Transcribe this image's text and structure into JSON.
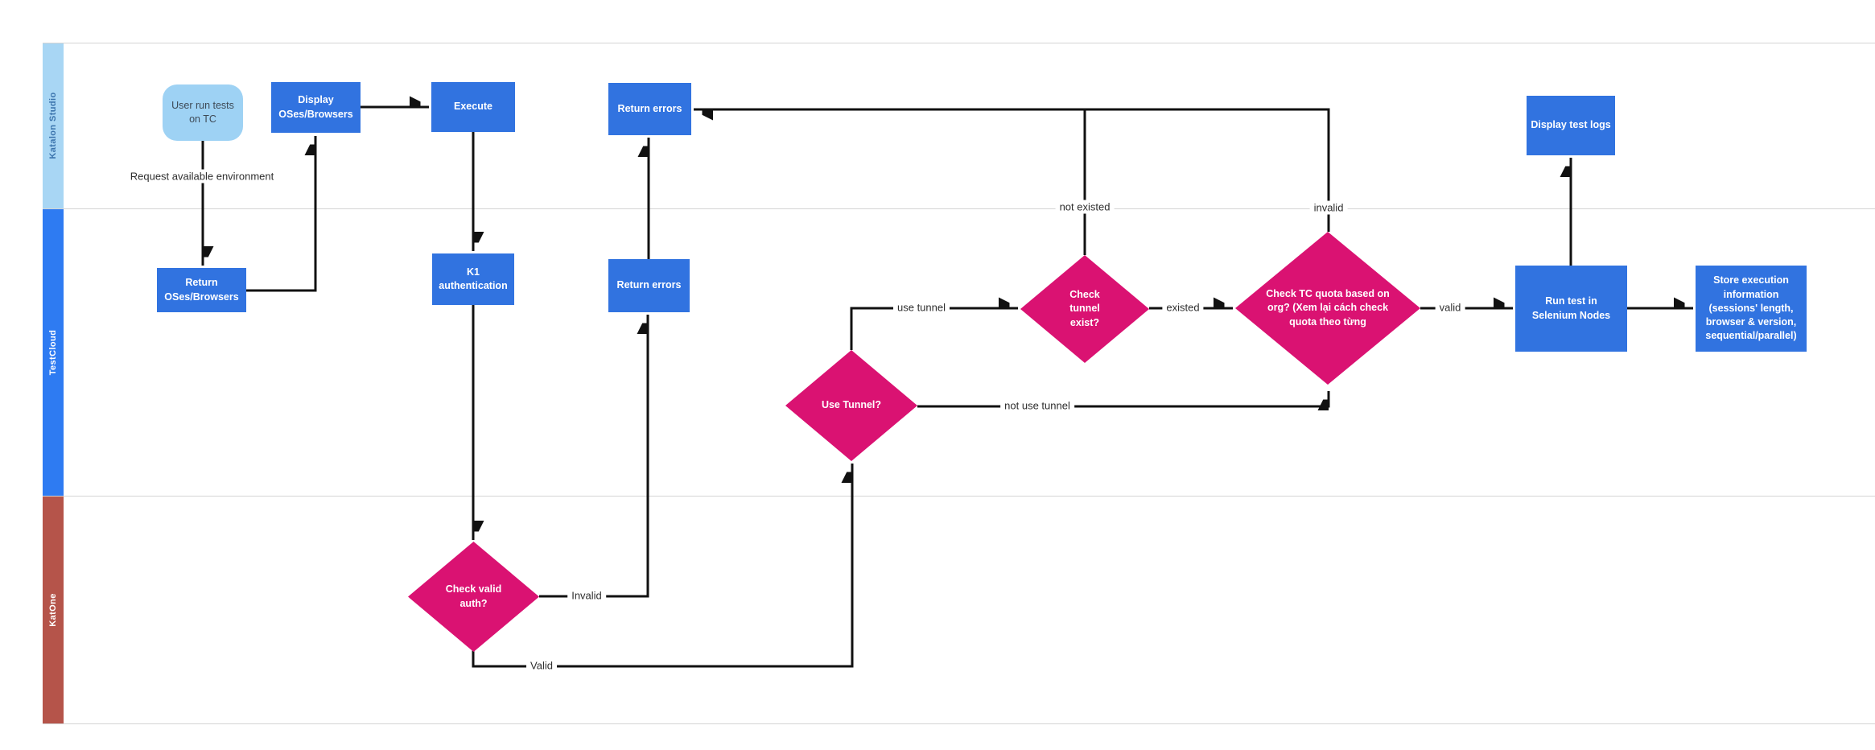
{
  "diagram": {
    "lanes": [
      {
        "id": "katalon-studio",
        "label": "Katalon Studio"
      },
      {
        "id": "testcloud",
        "label": "TestCloud"
      },
      {
        "id": "katone",
        "label": "KatOne"
      }
    ],
    "nodes": {
      "user_run_tests": {
        "type": "terminator",
        "label": "User run tests on TC"
      },
      "display_oses": {
        "type": "process",
        "label": "Display OSes/Browsers"
      },
      "execute": {
        "type": "process",
        "label": "Execute"
      },
      "return_errors_top": {
        "type": "process",
        "label": "Return errors"
      },
      "display_test_logs": {
        "type": "process",
        "label": "Display test logs"
      },
      "return_oses": {
        "type": "process",
        "label": "Return OSes/Browsers"
      },
      "k1_auth": {
        "type": "process",
        "label": "K1 authentication"
      },
      "return_errors_tc": {
        "type": "process",
        "label": "Return errors"
      },
      "run_test": {
        "type": "process",
        "label": "Run test in Selenium Nodes"
      },
      "store_exec": {
        "type": "process",
        "label": "Store execution information (sessions' length, browser & version, sequential/parallel)"
      },
      "use_tunnel": {
        "type": "decision",
        "label": "Use Tunnel?"
      },
      "check_tunnel_exist": {
        "type": "decision",
        "label": "Check tunnel exist?"
      },
      "check_quota": {
        "type": "decision",
        "label": "Check TC quota based on org? (Xem lại cách check quota theo từng"
      },
      "check_valid_auth": {
        "type": "decision",
        "label": "Check valid auth?"
      }
    },
    "edge_labels": {
      "request_env": "Request available environment",
      "invalid_auth": "Invalid",
      "valid_auth": "Valid",
      "use_tunnel": "use tunnel",
      "not_use_tunnel": "not use tunnel",
      "existed": "existed",
      "not_existed": "not existed",
      "invalid_quota": "invalid",
      "valid_quota": "valid"
    },
    "colors": {
      "process_fill": "#3173e0",
      "decision_fill": "#da1272",
      "terminator_fill": "#9ed2f4",
      "terminator_text": "#3e4a56",
      "lane_katalon_fill": "#a8d6f4",
      "lane_katalon_text": "#3b74ad",
      "lane_testcloud_fill": "#2e7bf2",
      "lane_katone_fill": "#b5544a",
      "line": "#111111"
    }
  }
}
